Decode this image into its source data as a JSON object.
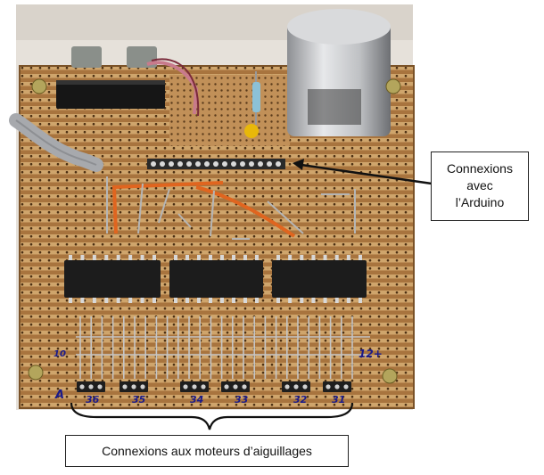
{
  "callouts": {
    "arduino": {
      "lines": [
        "Connexions",
        "avec",
        "l’Arduino"
      ]
    },
    "motors": {
      "text": "Connexions aux moteurs d’aiguillages"
    }
  },
  "board_labels": {
    "left_marker": "A",
    "right_marker": "12+",
    "left_small": "10",
    "connector_numbers": [
      "36",
      "35",
      "34",
      "33",
      "32",
      "31"
    ]
  },
  "colors": {
    "board": "#b9864f",
    "strip": "#c9a26a",
    "chip": "#1c1c1c",
    "wire_orange": "#e0651f",
    "capacitor": "#c7c9cc"
  }
}
